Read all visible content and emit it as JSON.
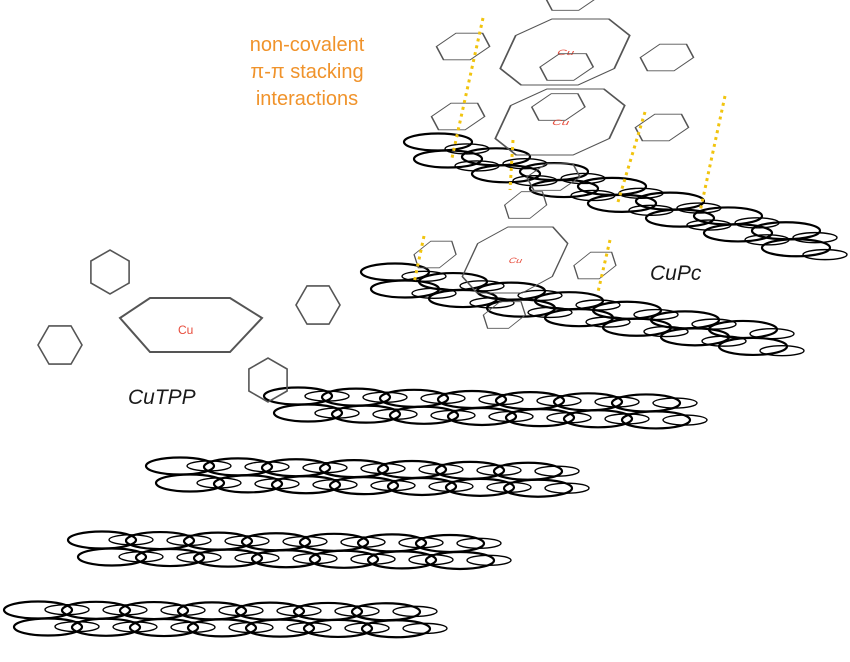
{
  "labels": {
    "interaction_line1": "non-covalent",
    "interaction_line2": "π-π stacking",
    "interaction_line3": "interactions",
    "cupc": "CuPc",
    "cutpp": "CuTPP",
    "metal": "Cu"
  },
  "colors": {
    "interaction": "#f0932b",
    "stacking_line": "#f1c40f",
    "metal_atom": "#e74c3c",
    "graphene": "#000000",
    "molecule": "#555555"
  }
}
